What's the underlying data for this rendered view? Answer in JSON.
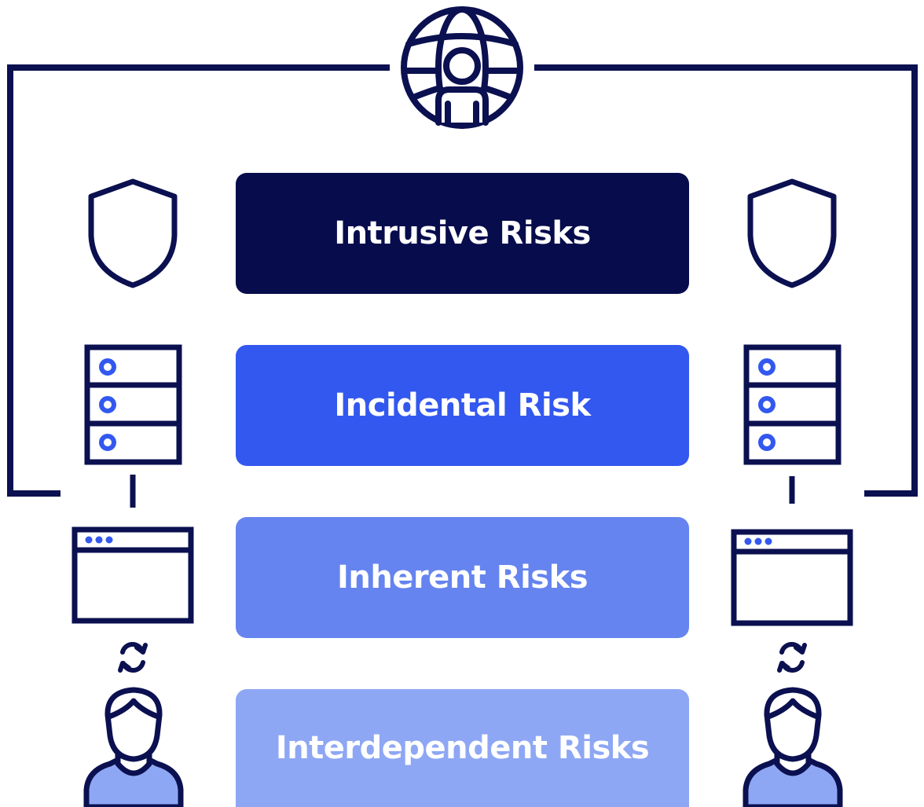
{
  "diagram": {
    "layers": [
      {
        "label": "Intrusive Risks",
        "color": "#070c4c"
      },
      {
        "label": "Incidental Risk",
        "color": "#3358ef"
      },
      {
        "label": "Inherent Risks",
        "color": "#6584ef"
      },
      {
        "label": "Interdependent Risks",
        "color": "#8ea7f4"
      }
    ],
    "icons": {
      "top": "globe-user-icon",
      "left_column": [
        "shield-icon",
        "server-rack-icon",
        "browser-window-icon",
        "sync-icon",
        "user-icon"
      ],
      "right_column": [
        "shield-icon",
        "server-rack-icon",
        "browser-window-icon",
        "sync-icon",
        "user-icon"
      ]
    },
    "colors": {
      "outline": "#0b1050",
      "accent": "#3358ef",
      "user_shirt": "#8ea7f4"
    }
  }
}
